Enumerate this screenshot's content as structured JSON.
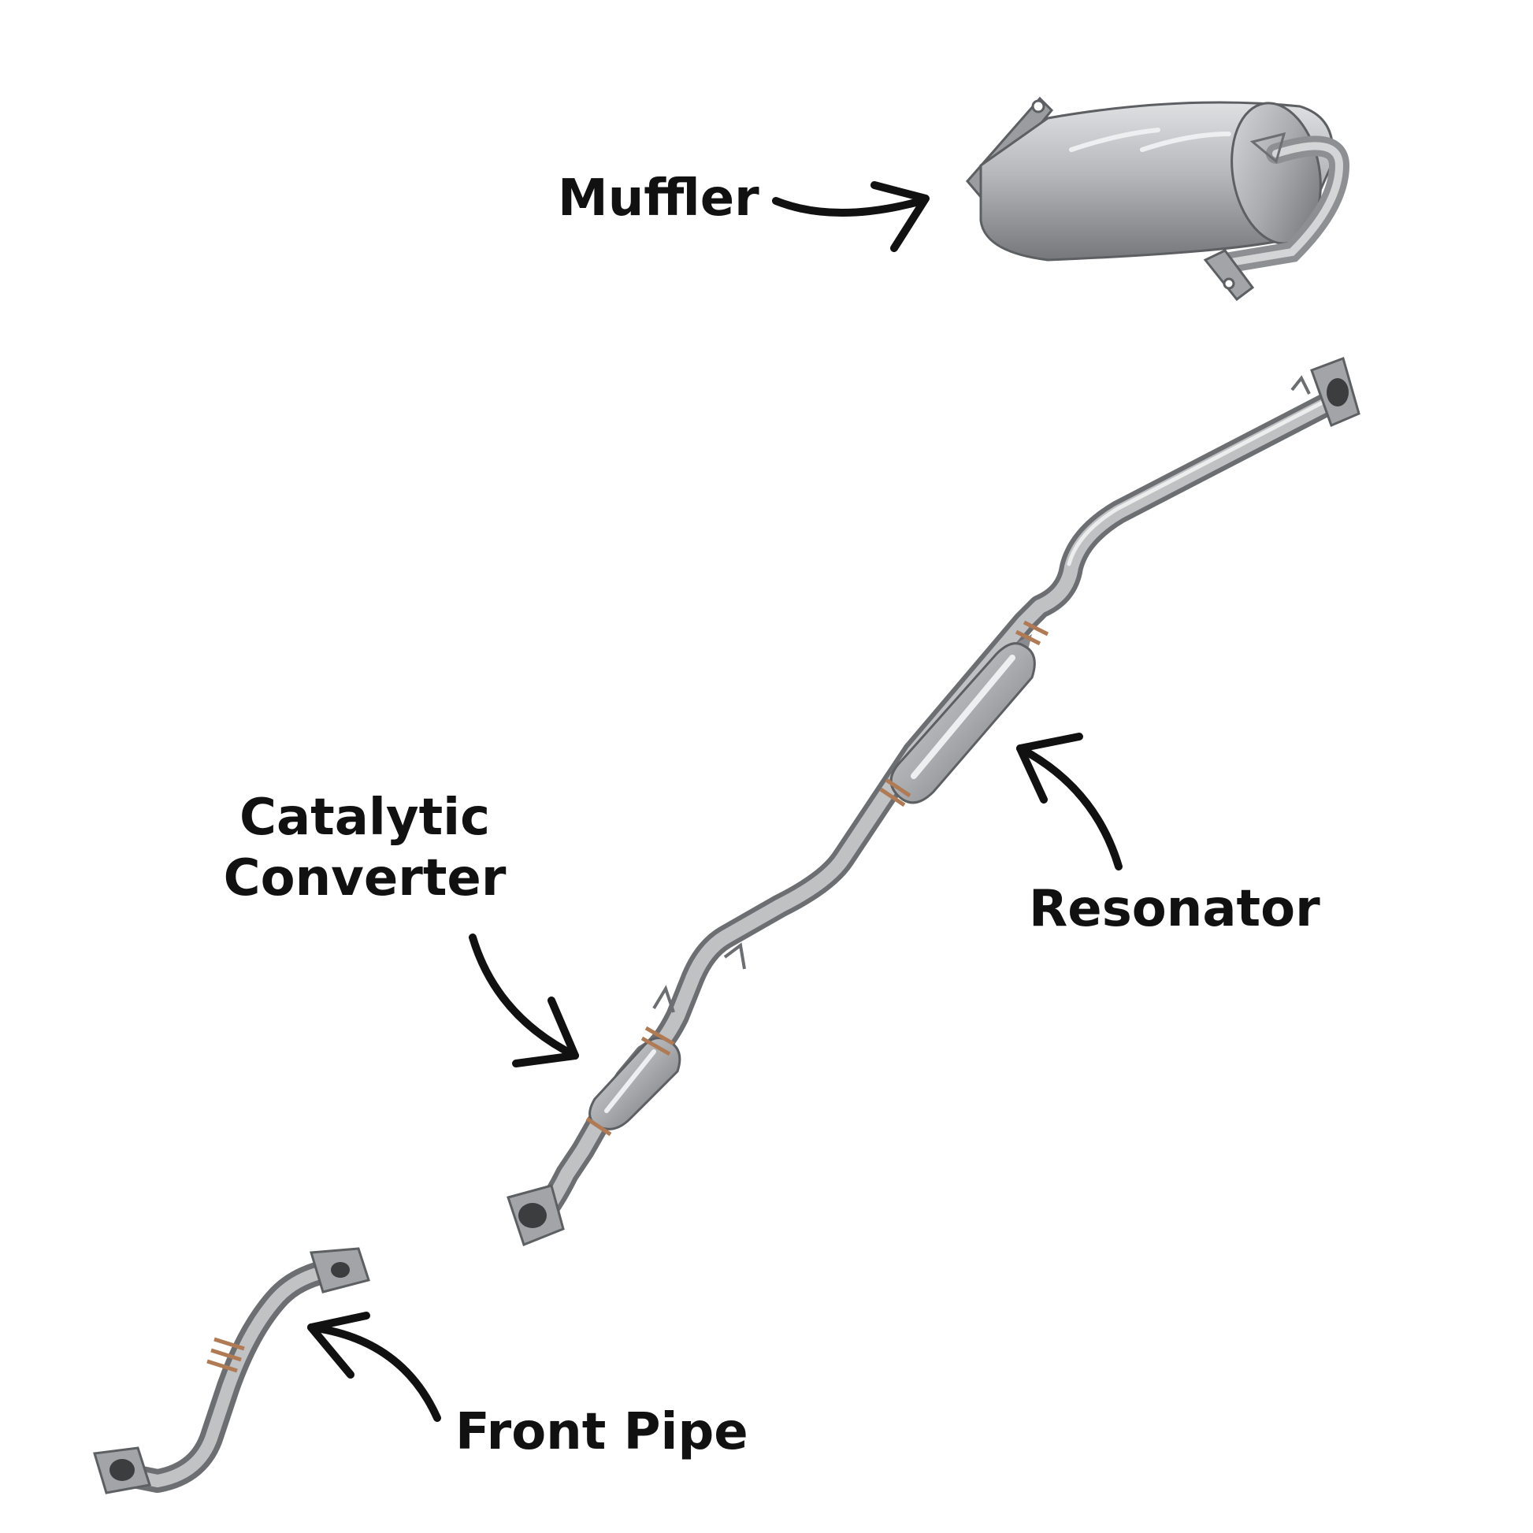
{
  "labels": {
    "muffler": "Muffler",
    "catalytic_line1": "Catalytic",
    "catalytic_line2": "Converter",
    "resonator": "Resonator",
    "front_pipe": "Front Pipe"
  },
  "colors": {
    "background": "#ffffff",
    "text": "#111111",
    "arrow": "#111111",
    "steel_light": "#c9cacc",
    "steel_mid": "#a2a4a7",
    "steel_dark": "#6c6e71",
    "weld_copper": "#b07a55"
  },
  "icons": [
    "curved-arrow-icon",
    "flange-icon"
  ]
}
